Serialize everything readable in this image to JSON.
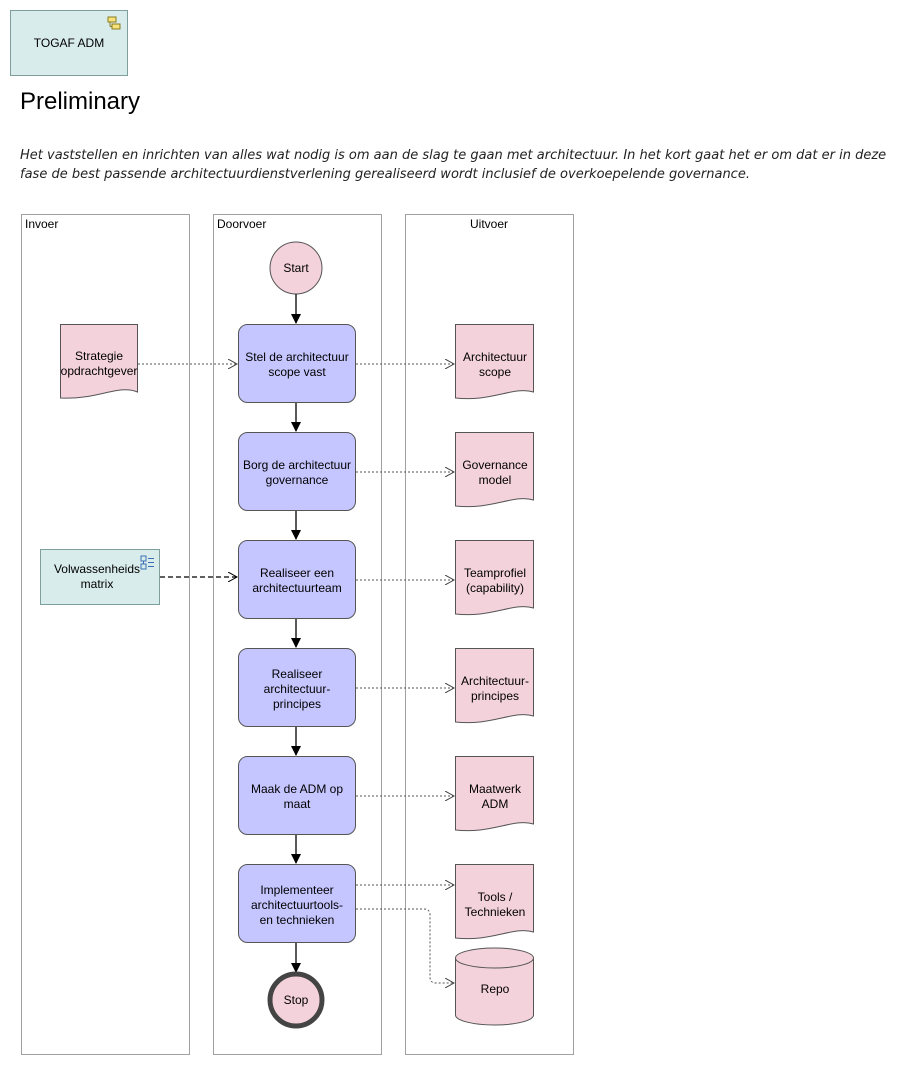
{
  "header": {
    "badge_label": "TOGAF ADM",
    "title": "Preliminary",
    "description": "Het vaststellen en inrichten van alles wat nodig is om aan de slag te gaan met architectuur. In het kort gaat het er om dat er in deze fase de best passende architectuurdienstverlening gerealiseerd wordt inclusief de overkoepelende governance."
  },
  "lanes": {
    "input": "Invoer",
    "process": "Doorvoer",
    "output": "Uitvoer"
  },
  "events": {
    "start": "Start",
    "stop": "Stop"
  },
  "process_steps": [
    [
      "Stel de architectuur",
      "scope vast"
    ],
    [
      "Borg de architectuur",
      "governance"
    ],
    [
      "Realiseer een",
      "architectuurteam"
    ],
    [
      "Realiseer",
      "architectuur-",
      "principes"
    ],
    [
      "Maak de ADM op",
      "maat"
    ],
    [
      "Implementeer",
      "architectuurtools-",
      "en technieken"
    ]
  ],
  "inputs": {
    "strategy_doc": [
      "Strategie",
      "opdrachtgever"
    ],
    "maturity_matrix": [
      "Volwassenheids",
      "matrix"
    ]
  },
  "outputs": [
    [
      "Architectuur",
      "scope"
    ],
    [
      "Governance",
      "model"
    ],
    [
      "Teamprofiel",
      "(capability)"
    ],
    [
      "Architectuur-",
      "principes"
    ],
    [
      "Maatwerk",
      "ADM"
    ],
    [
      "Tools /",
      "Technieken"
    ]
  ],
  "repository": "Repo",
  "colors": {
    "process_fill": "#c5c5ff",
    "document_fill": "#f3d2dc",
    "event_fill": "#f3d2dc",
    "badge_fill": "#d9ecec"
  }
}
